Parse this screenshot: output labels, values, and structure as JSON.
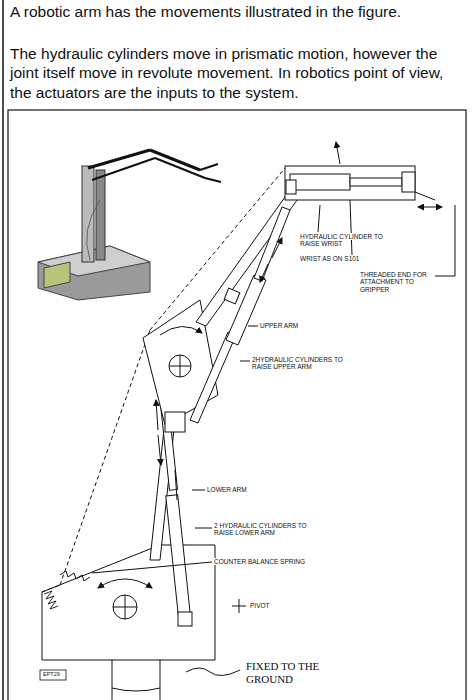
{
  "diagram": {
    "labels": [
      "A robotic arm has the movements illustrated in the figure.",
      "The hydraulic cylinders move in prismatic motion, however the joint itself move in revolute movement. In robotics point of view, the actuators are the inputs to the system.",
      "HYDRAULIC CYLINDER TO RAISE WRIST",
      "WRIST AS ON S101",
      "THREADED END FOR ATTACHMENT TO GRIPPER",
      "UPPER ARM",
      "2HYDRAULIC CYLINDERS TO RAISE UPPER ARM",
      "LOWER ARM",
      "2 HYDRAULIC CYLINDERS TO RAISE LOWER ARM",
      "COUNTER BALANCE SPRING",
      "PIVOT",
      "EPT29",
      "FIXED TO THE GROUND"
    ]
  }
}
